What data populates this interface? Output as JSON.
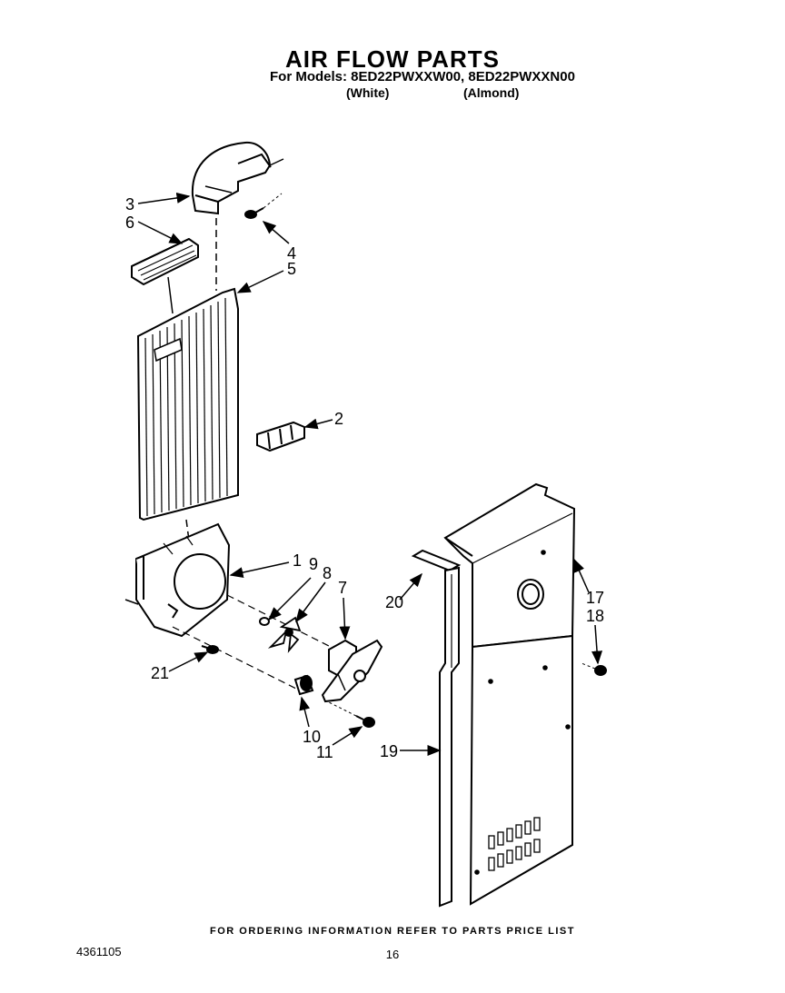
{
  "header": {
    "title": "AIR FLOW PARTS",
    "models_line": "For Models: 8ED22PWXXW00, 8ED22PWXXN00",
    "variant_white": "(White)",
    "variant_almond": "(Almond)"
  },
  "callouts": {
    "c1": "1",
    "c2": "2",
    "c3": "3",
    "c4": "4",
    "c5": "5",
    "c6": "6",
    "c7": "7",
    "c8": "8",
    "c9": "9",
    "c10": "10",
    "c11": "11",
    "c17": "17",
    "c18": "18",
    "c19": "19",
    "c20": "20",
    "c21": "21"
  },
  "footer": {
    "ordering_note": "FOR ORDERING INFORMATION REFER TO PARTS PRICE LIST",
    "document_number": "4361105",
    "page_number": "16"
  }
}
